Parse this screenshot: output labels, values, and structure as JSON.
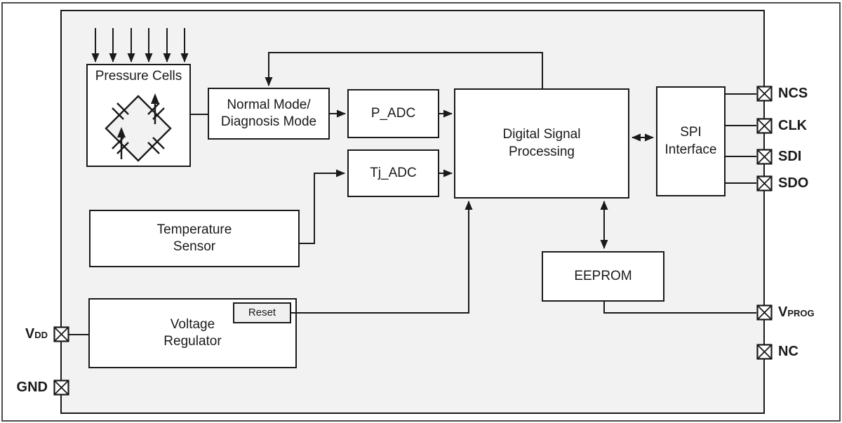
{
  "blocks": {
    "pressure_cells": {
      "label": "Pressure Cells"
    },
    "normal_mode": {
      "label": "Normal Mode/\nDiagnosis Mode"
    },
    "p_adc": {
      "label": "P_ADC"
    },
    "tj_adc": {
      "label": "Tj_ADC"
    },
    "dsp": {
      "label": "Digital Signal\nProcessing"
    },
    "spi": {
      "label": "SPI\nInterface"
    },
    "temperature_sensor": {
      "label": "Temperature\nSensor"
    },
    "eeprom": {
      "label": "EEPROM"
    },
    "voltage_regulator": {
      "label": "Voltage\nRegulator"
    },
    "reset": {
      "label": "Reset"
    }
  },
  "pins": {
    "right": [
      {
        "id": "NCS",
        "label": "NCS",
        "sub": ""
      },
      {
        "id": "CLK",
        "label": "CLK",
        "sub": ""
      },
      {
        "id": "SDI",
        "label": "SDI",
        "sub": ""
      },
      {
        "id": "SDO",
        "label": "SDO",
        "sub": ""
      },
      {
        "id": "VPROG",
        "label": "V",
        "sub": "PROG"
      },
      {
        "id": "NC",
        "label": "NC",
        "sub": ""
      }
    ],
    "left": [
      {
        "id": "VDD",
        "label": "V",
        "sub": "DD"
      },
      {
        "id": "GND",
        "label": "GND",
        "sub": ""
      }
    ]
  },
  "colors": {
    "chip_fill": "#f2f2f2",
    "block_fill": "#ffffff",
    "line": "#1a1a1a",
    "reset_fill": "#f0f0f0",
    "outer_border": "#4d4d4d"
  }
}
